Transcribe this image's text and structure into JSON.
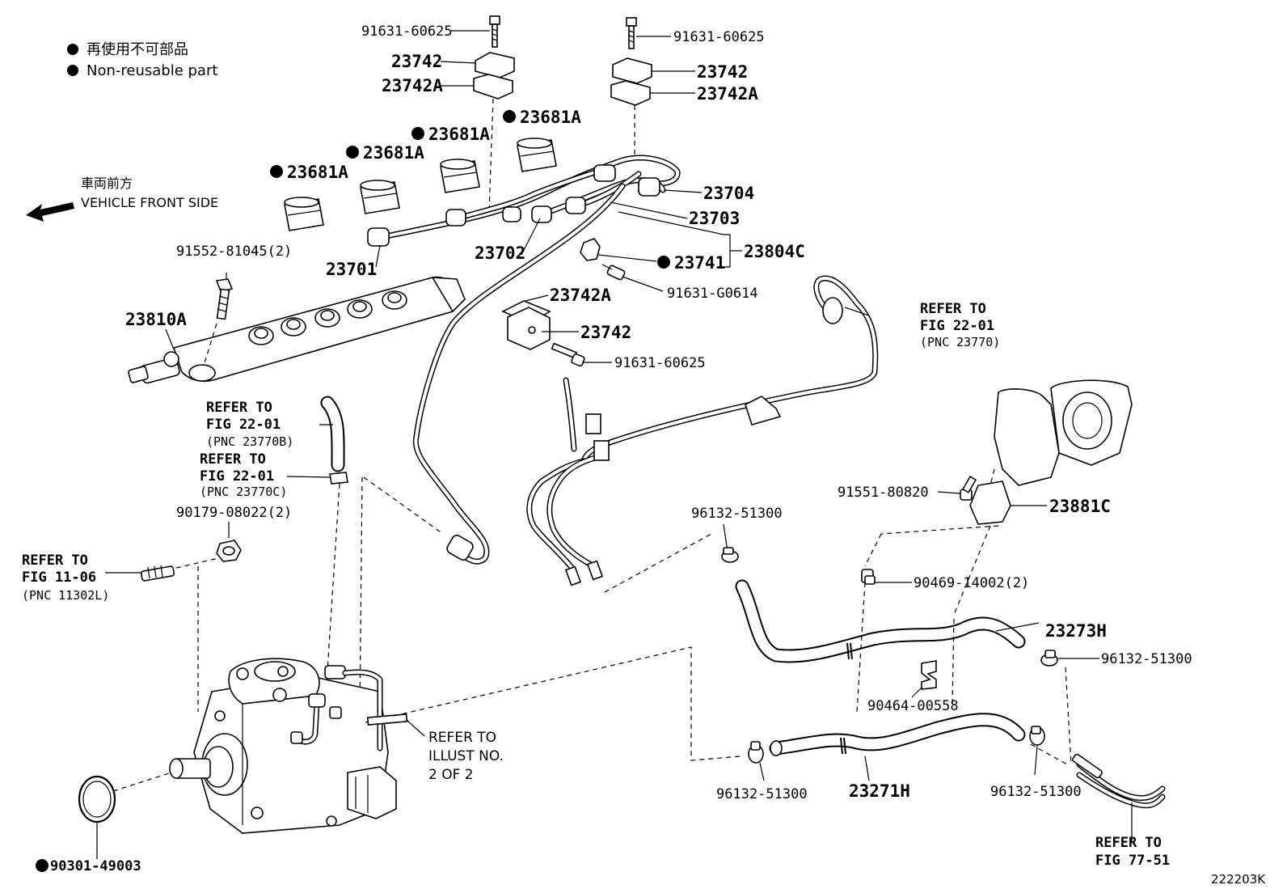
{
  "legend": {
    "jp": "再使用不可部品",
    "en": "Non-reusable part"
  },
  "vehicle_front": {
    "jp": "車両前方",
    "en": "VEHICLE FRONT SIDE"
  },
  "figure_code": "222203K",
  "labels": {
    "bolt_top_left": "91631-60625",
    "clamp_left": "23742",
    "clamp_left_a": "23742A",
    "bolt_top_right": "91631-60625",
    "clamp_right": "23742",
    "clamp_right_a": "23742A",
    "seal_1": "23681A",
    "seal_2": "23681A",
    "seal_3": "23681A",
    "seal_4": "23681A",
    "pipe_23704": "23704",
    "pipe_23703": "23703",
    "pipe_23702": "23702",
    "pipe_23701": "23701",
    "pipe_set": "23804C",
    "clamp_23741": "23741",
    "bolt_g0614": "91631-G0614",
    "bolt_rail": "91552-81045(2)",
    "rail": "23810A",
    "clamp_mid_a": "23742A",
    "clamp_mid": "23742",
    "bolt_mid": "91631-60625",
    "nut": "90179-08022(2)",
    "bolt_bracket": "91551-80820",
    "bracket": "23881C",
    "hose_clip_top": "96132-51300",
    "clamp_90469": "90469-14002(2)",
    "hose_upper": "23273H",
    "hose_clip_right": "96132-51300",
    "clip_90464": "90464-00558",
    "hose_clip_bottom_left": "96132-51300",
    "hose_lower": "23271H",
    "hose_clip_bottom_right": "96132-51300",
    "oring": "90301-49003"
  },
  "refers": {
    "fig_2201_a": {
      "l1": "REFER TO",
      "l2": "FIG 22-01",
      "l3": "(PNC 23770)"
    },
    "fig_2201_b": {
      "l1": "REFER TO",
      "l2": "FIG 22-01",
      "l3": "(PNC 23770B)"
    },
    "fig_2201_c": {
      "l1": "REFER TO",
      "l2": "FIG 22-01",
      "l3": "(PNC 23770C)"
    },
    "fig_1106": {
      "l1": "REFER TO",
      "l2": "FIG 11-06",
      "l3": "(PNC 11302L)"
    },
    "illust": {
      "l1": "REFER TO",
      "l2": "ILLUST NO.",
      "l3": "2 OF 2"
    },
    "fig_7751": {
      "l1": "REFER TO",
      "l2": "FIG 77-51"
    }
  }
}
